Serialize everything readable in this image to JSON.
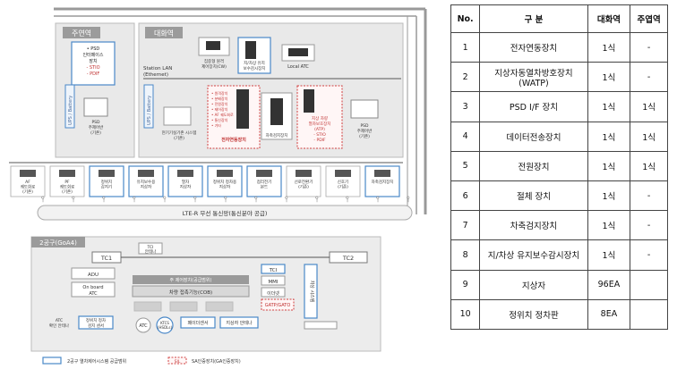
{
  "diagram": {
    "station_area_label": "주연역",
    "dialog_area_label": "대화역",
    "station_lan_label": "Station LAN",
    "ethernet_label": "(Ethernet)",
    "ups_label": "UPS / Battery",
    "psd_lines": [
      "• PSD",
      "인터페이스",
      "장치",
      "- STIO",
      "- PDIF"
    ],
    "psd_panel_label": [
      "PSD",
      "주제어반",
      "(기존)"
    ],
    "central_label": [
      "집중형 원격",
      "제어장치(CW)"
    ],
    "watp_label": [
      "지/차상 유지",
      "보수감시장치"
    ],
    "local_atc_label": "Local ATC",
    "cab_inner_lines": [
      "• 원격장치",
      "• 분배장치",
      "• 전원장치",
      "• 제어장치",
      "• AF 궤도회로",
      "• 통신장치",
      "• 기타"
    ],
    "interlock_label": "전자연동장치",
    "existing_label": [
      "현기기실기존 시스템",
      "(기존)"
    ],
    "train_detect_label": "차축검지장치",
    "right_cab_lines": [
      "지상 차량",
      "열차보호장치",
      "(ATP)",
      "- STIO",
      "- PDIF"
    ],
    "psd_main_label": [
      "PSD",
      "주제어반",
      "(기존)"
    ],
    "field_devices": [
      [
        "AF",
        "궤도회로",
        "(기존)"
      ],
      [
        "PF",
        "궤도회로",
        "(기존)"
      ],
      [
        "정위치",
        "감지기"
      ],
      [
        "유지보수용",
        "지상자"
      ],
      [
        "열차",
        "지상자"
      ],
      [
        "정위치 정차용",
        "지상자"
      ],
      [
        "점리전기",
        "본드"
      ],
      [
        "선로전환기",
        "(기존)"
      ],
      [
        "신호기",
        "(기존)"
      ],
      [
        "차축검지장치"
      ]
    ],
    "lte_label": "LTE-R 무선 통신망(통신분야 공급)",
    "train_section_label": "2공구(GoA4)",
    "tc1_label": "TC1",
    "tc2_label": "TC2",
    "tci_antenna_label": [
      "TCI",
      "안테나"
    ],
    "adu_label": "ADU",
    "onboard_atc_label": [
      "On board",
      "ATC"
    ],
    "main_ctrl_label": "주 제어장치(공급범위)",
    "vehicle_ctrl_label": "차량 접촉기능(COB)",
    "atc_antenna_label": [
      "ATC",
      "확인 안테나"
    ],
    "position_sensor_label": [
      "정위치 정차",
      "검지 센서"
    ],
    "atc_label": "ATC",
    "ktcs_label": [
      "KTCS",
      "(HSDLs)"
    ],
    "dope_sensor_label": "페이더센서",
    "ground_antenna_label": "지상자 안테나",
    "tci_box_label": "TCI",
    "mmi_label": "MMI",
    "eth_label": "이더넷",
    "gatp_label": "GATP/GATO",
    "right_vert_label": "차상 시스템",
    "legend_range_label": "2공구 열차제어시스템 공급범위",
    "legend_sil_label": "SA인증장치(GA인증장치)",
    "legend_sil_badge": "SIL"
  },
  "table": {
    "headers": [
      "No.",
      "구 분",
      "대화역",
      "주엽역"
    ],
    "rows": [
      [
        "1",
        "전자연동장치",
        "1식",
        "-"
      ],
      [
        "2",
        "지상자동열차방호장치 (WATP)",
        "1식",
        "-"
      ],
      [
        "3",
        "PSD I/F 장치",
        "1식",
        "1식"
      ],
      [
        "4",
        "데이터전송장치",
        "1식",
        "1식"
      ],
      [
        "5",
        "전원장치",
        "1식",
        "1식"
      ],
      [
        "6",
        "절체 장치",
        "1식",
        "-"
      ],
      [
        "7",
        "차축검지장치",
        "1식",
        "-"
      ],
      [
        "8",
        "지/차상 유지보수감시장치",
        "1식",
        "-"
      ],
      [
        "9",
        "지상자",
        "96EA",
        ""
      ],
      [
        "10",
        "정위치 정차판",
        "8EA",
        ""
      ]
    ]
  }
}
